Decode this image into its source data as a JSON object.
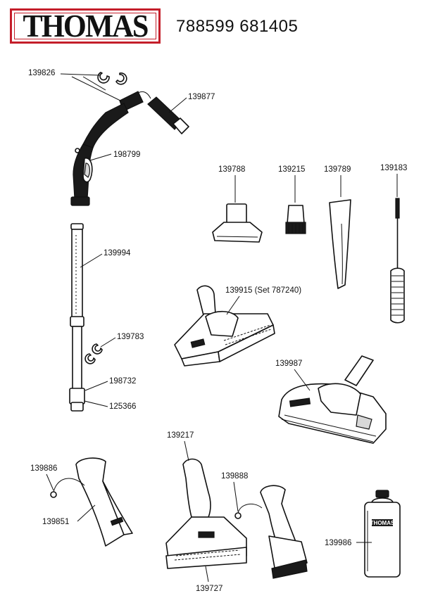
{
  "header": {
    "brand": "THOMAS",
    "model_numbers": "788599 681405"
  },
  "parts": {
    "p139826": "139826",
    "p139877": "139877",
    "p198799": "198799",
    "p139994": "139994",
    "p139783": "139783",
    "p198732": "198732",
    "p125366": "125366",
    "p139788": "139788",
    "p139215": "139215",
    "p139789": "139789",
    "p139183": "139183",
    "p139915": "139915 (Set 787240)",
    "p139987": "139987",
    "p139217": "139217",
    "p139886": "139886",
    "p139888": "139888",
    "p139851": "139851",
    "p139986": "139986",
    "p139727": "139727"
  },
  "product_label": "THOMAS",
  "colors": {
    "logo_border": "#c41e2a",
    "ink": "#111111"
  }
}
